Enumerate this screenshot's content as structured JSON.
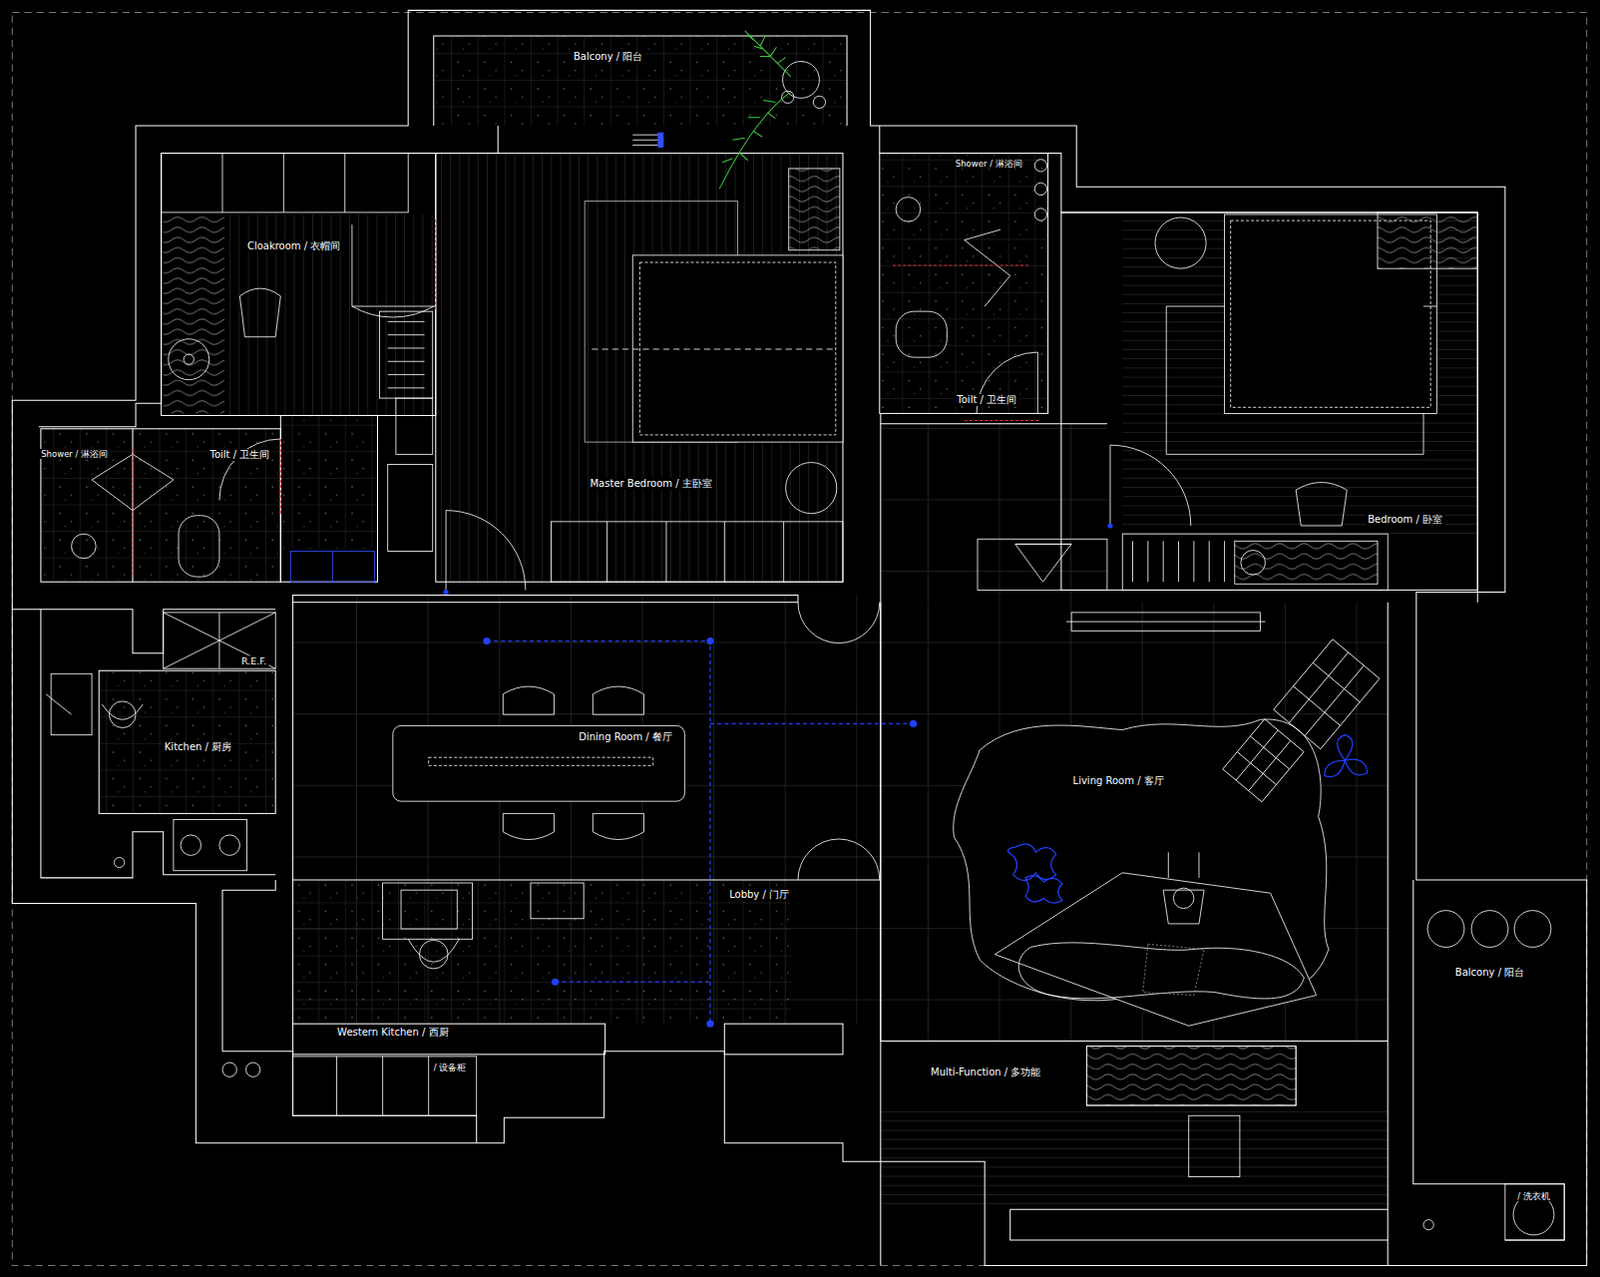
{
  "diagram": {
    "labels": [
      "Balcony / 阳台",
      "Cloakroom / 衣帽间",
      "Master Bedroom / 主卧室",
      "Shower / 淋浴间",
      "Toilt / 卫生间",
      "Shower / 淋浴间",
      "Toilt / 卫生间",
      "Bedroom / 卧室",
      "R.E.F.",
      "Kitchen / 厨房",
      "Dining Room / 餐厅",
      "Living Room / 客厅",
      "Lobby / 门厅",
      "Western Kitchen / 西厨",
      "/ 设备柜",
      "Balcony / 阳台",
      "Multi-Function / 多功能",
      "/ 洗衣机"
    ]
  }
}
